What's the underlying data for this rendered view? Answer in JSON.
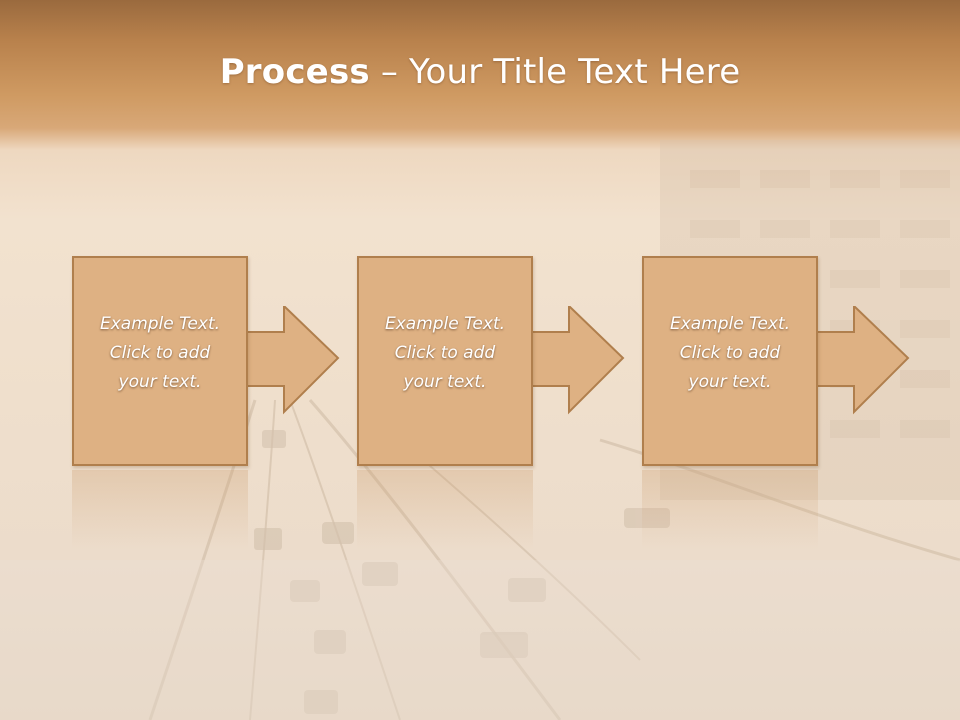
{
  "title": {
    "bold": "Process",
    "rest": " – Your Title Text Here"
  },
  "steps": [
    {
      "text": "Example Text.\nClick  to add\nyour text."
    },
    {
      "text": "Example Text.\nClick  to add\nyour text."
    },
    {
      "text": "Example Text.\nClick  to add\nyour text."
    }
  ],
  "colors": {
    "header": "#c8925a",
    "box_fill": "#deb183",
    "box_border": "#b07f4d"
  }
}
